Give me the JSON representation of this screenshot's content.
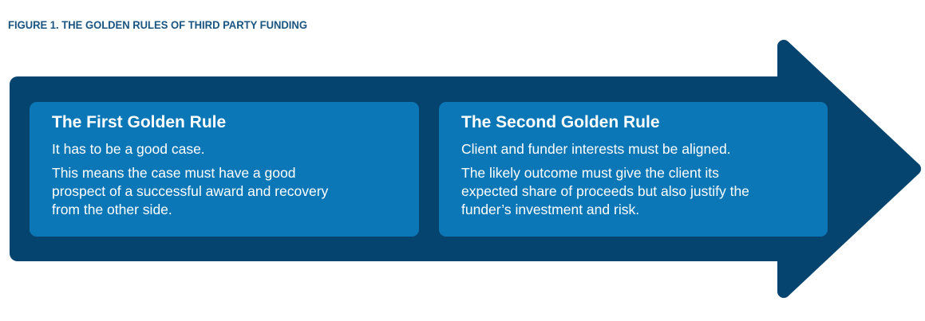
{
  "figure": {
    "title": "FIGURE 1. THE GOLDEN RULES OF THIRD PARTY FUNDING",
    "colors": {
      "arrow_navy": "#05446E",
      "box_blue": "#0B77B6",
      "title_text": "#1A5480",
      "box_text": "#FFFFFF",
      "background": "#FFFFFF"
    },
    "arrow": {
      "shape": "right-arrow",
      "direction": "right"
    },
    "boxes": [
      {
        "heading": "The First Golden Rule",
        "paragraphs": [
          {
            "lines": [
              "It has to be a good case."
            ]
          },
          {
            "lines": [
              "This means the case must have a good",
              "prospect of a successful award and recovery",
              "from the other side."
            ]
          }
        ]
      },
      {
        "heading": "The Second Golden Rule",
        "paragraphs": [
          {
            "lines": [
              "Client and funder interests must be aligned."
            ]
          },
          {
            "lines": [
              "The likely outcome must give the client its",
              "expected share of proceeds but also justify the",
              "funder’s investment and risk."
            ]
          }
        ]
      }
    ]
  }
}
